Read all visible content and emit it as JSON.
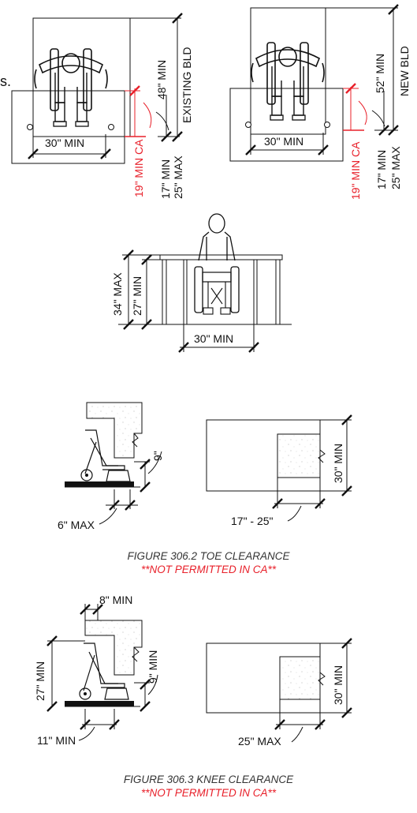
{
  "top_left": {
    "fragment": "s.",
    "width_dim": "30\" MIN",
    "depth_dim": "48\" MIN",
    "depth_note": "EXISTING BLD",
    "ca_dim": "19\" MIN CA",
    "toe_min": "17\" MIN",
    "toe_max": "25\" MAX"
  },
  "top_right": {
    "width_dim": "30\" MIN",
    "depth_dim": "52\" MIN",
    "depth_note": "NEW BLD",
    "ca_dim": "19\" MIN CA",
    "toe_min": "17\" MIN",
    "toe_max": "25\" MAX"
  },
  "front_view": {
    "height_max": "34\" MAX",
    "height_min": "27\" MIN",
    "width_dim": "30\" MIN"
  },
  "toe_clearance": {
    "toe_height": "9\"",
    "toe_depth_max": "6\" MAX",
    "plan_width": "30\" MIN",
    "plan_depth": "17\" - 25\"",
    "caption_title": "FIGURE 306.2 TOE CLEARANCE",
    "caption_note": "**NOT PERMITTED IN CA**"
  },
  "knee_clearance": {
    "top_dim": "8\" MIN",
    "knee_height": "27\" MIN",
    "toe_height": "9\" MIN",
    "knee_depth": "11\" MIN",
    "plan_width": "30\" MIN",
    "plan_depth": "25\" MAX",
    "caption_title": "FIGURE 306.3 KNEE CLEARANCE",
    "caption_note": "**NOT PERMITTED IN CA**"
  },
  "colors": {
    "line": "#111111",
    "red": "#e8202a",
    "caption": "#333333"
  }
}
